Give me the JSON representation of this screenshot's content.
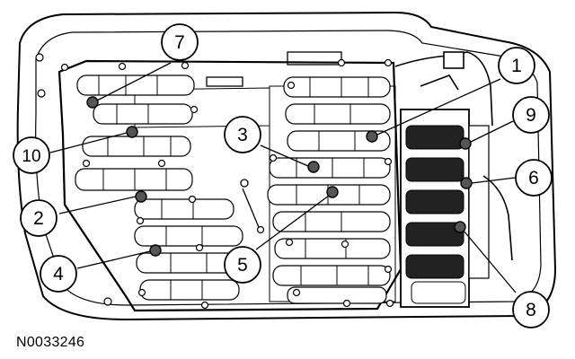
{
  "figure_id": "N0033246",
  "callouts": [
    {
      "label": "1"
    },
    {
      "label": "2"
    },
    {
      "label": "3"
    },
    {
      "label": "4"
    },
    {
      "label": "5"
    },
    {
      "label": "6"
    },
    {
      "label": "7"
    },
    {
      "label": "8"
    },
    {
      "label": "9"
    },
    {
      "label": "10"
    }
  ]
}
